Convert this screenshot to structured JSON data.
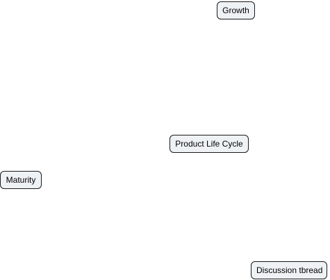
{
  "diagram": {
    "nodes": [
      {
        "id": "growth",
        "label": "Growth"
      },
      {
        "id": "product-life-cycle",
        "label": "Product Life Cycle"
      },
      {
        "id": "maturity",
        "label": "Maturity"
      },
      {
        "id": "discussion-thread",
        "label": "Discussion tbread"
      }
    ],
    "colors": {
      "node_fill": "#eef2f4",
      "node_border": "#1a1a1a",
      "background": "#ffffff"
    }
  }
}
